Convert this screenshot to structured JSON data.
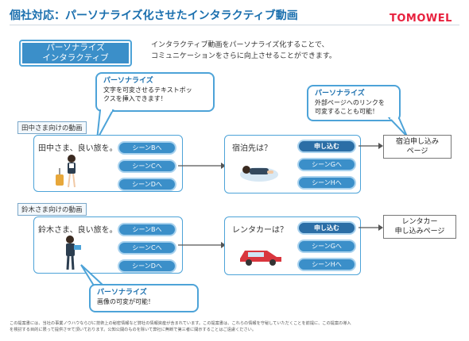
{
  "header": {
    "title": "個社対応：パーソナライズ化させたインタラクティブ動画",
    "logo": "TOMOWEL"
  },
  "intro": {
    "tag_line1": "パーソナライズ",
    "tag_line2": "インタラクティブ",
    "desc_line1": "インタラクティブ動画をパーソナライズ化することで、",
    "desc_line2": "コミュニケーションをさらに向上させることができます。"
  },
  "callouts": {
    "text": {
      "title": "パーソナライズ",
      "line1": "文字を可変させるテキストボッ",
      "line2": "クスを挿入できます！"
    },
    "link": {
      "title": "パーソナライズ",
      "line1": "外部ページへのリンクを",
      "line2": "可変することも可能！"
    },
    "image": {
      "title": "パーソナライズ",
      "line1": "画像の可変が可能！"
    }
  },
  "rows": [
    {
      "section_label": "田中さま向けの動画",
      "greeting": "田中さま、良い旅を。",
      "scenes": [
        "シーンBへ",
        "シーンCへ",
        "シーンDへ"
      ],
      "question": "宿泊先は？",
      "apply_label": "申し込む",
      "next_scenes": [
        "シーンGへ",
        "シーンHへ"
      ],
      "target_line1": "宿泊申し込み",
      "target_line2": "ページ"
    },
    {
      "section_label": "鈴木さま向けの動画",
      "greeting": "鈴木さま、良い旅を。",
      "scenes": [
        "シーンBへ",
        "シーンCへ",
        "シーンDへ"
      ],
      "question": "レンタカーは？",
      "apply_label": "申し込む",
      "next_scenes": [
        "シーンGへ",
        "シーンHへ"
      ],
      "target_line1": "レンタカー",
      "target_line2": "申し込みページ"
    }
  ],
  "footer": {
    "line1": "この提案書には、当社の事業ノウハウならびに技術上の秘密情報など弊社の情報資産が含まれています。この提案書は、これらの情報を守秘していただくことを前提に、この提案の導入",
    "line2": "を検討する目的に限って提供させて頂いております。公知公開のものを除いて弊社に無断で第三者に開示することはご遠慮ください。"
  },
  "colors": {
    "accent": "#3b8fc9",
    "title": "#1a6fae",
    "logo": "#e8213e"
  }
}
